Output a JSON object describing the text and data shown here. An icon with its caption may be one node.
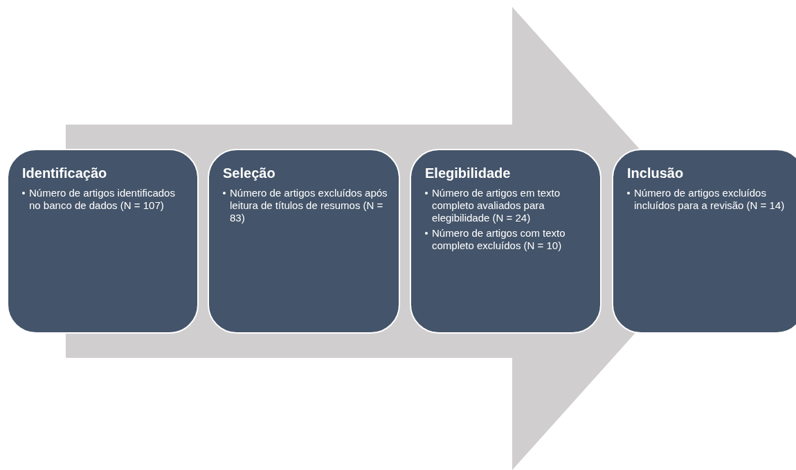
{
  "diagram": {
    "nodes": [
      {
        "text": [
          "Identificação",
          "Número de artigos identificados no banco de dados (N = 107)"
        ]
      },
      {
        "text": [
          "Seleção",
          "Número de artigos excluídos após leitura de títulos de resumos (N = 83)"
        ]
      },
      {
        "text": [
          "Elegibilidade",
          "Número de artigos em texto completo avaliados para elegibilidade (N = 24)",
          "Número de artigos com texto completo excluídos (N = 10)"
        ]
      },
      {
        "text": [
          "Inclusão",
          "Número de artigos excluídos incluídos para a revisão (N = 14)"
        ]
      }
    ],
    "edges": [
      {
        "from": 0,
        "to": 3,
        "arrow": "to"
      }
    ]
  }
}
